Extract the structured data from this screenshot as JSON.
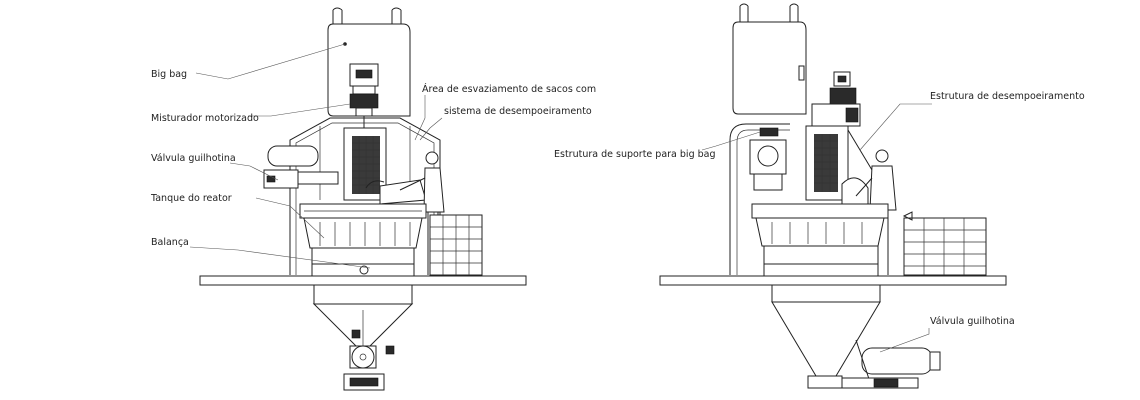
{
  "colors": {
    "line": "#222222",
    "fill": "#ffffff",
    "dark": "#2a2a2a"
  },
  "front_view": {
    "labels": {
      "big_bag": "Big bag",
      "mixer": "Misturador motorizado",
      "gate_valve": "Válvula guilhotina",
      "reactor_tank": "Tanque do reator",
      "scale": "Balança",
      "bag_area_line1": "Área de esvaziamento de sacos com",
      "bag_area_line2": "sistema de desempoeiramento"
    }
  },
  "side_view": {
    "labels": {
      "support_structure": "Estrutura de suporte para big bag",
      "dust_structure": "Estrutura de desempoeiramento",
      "gate_valve": "Válvula guilhotina"
    }
  }
}
